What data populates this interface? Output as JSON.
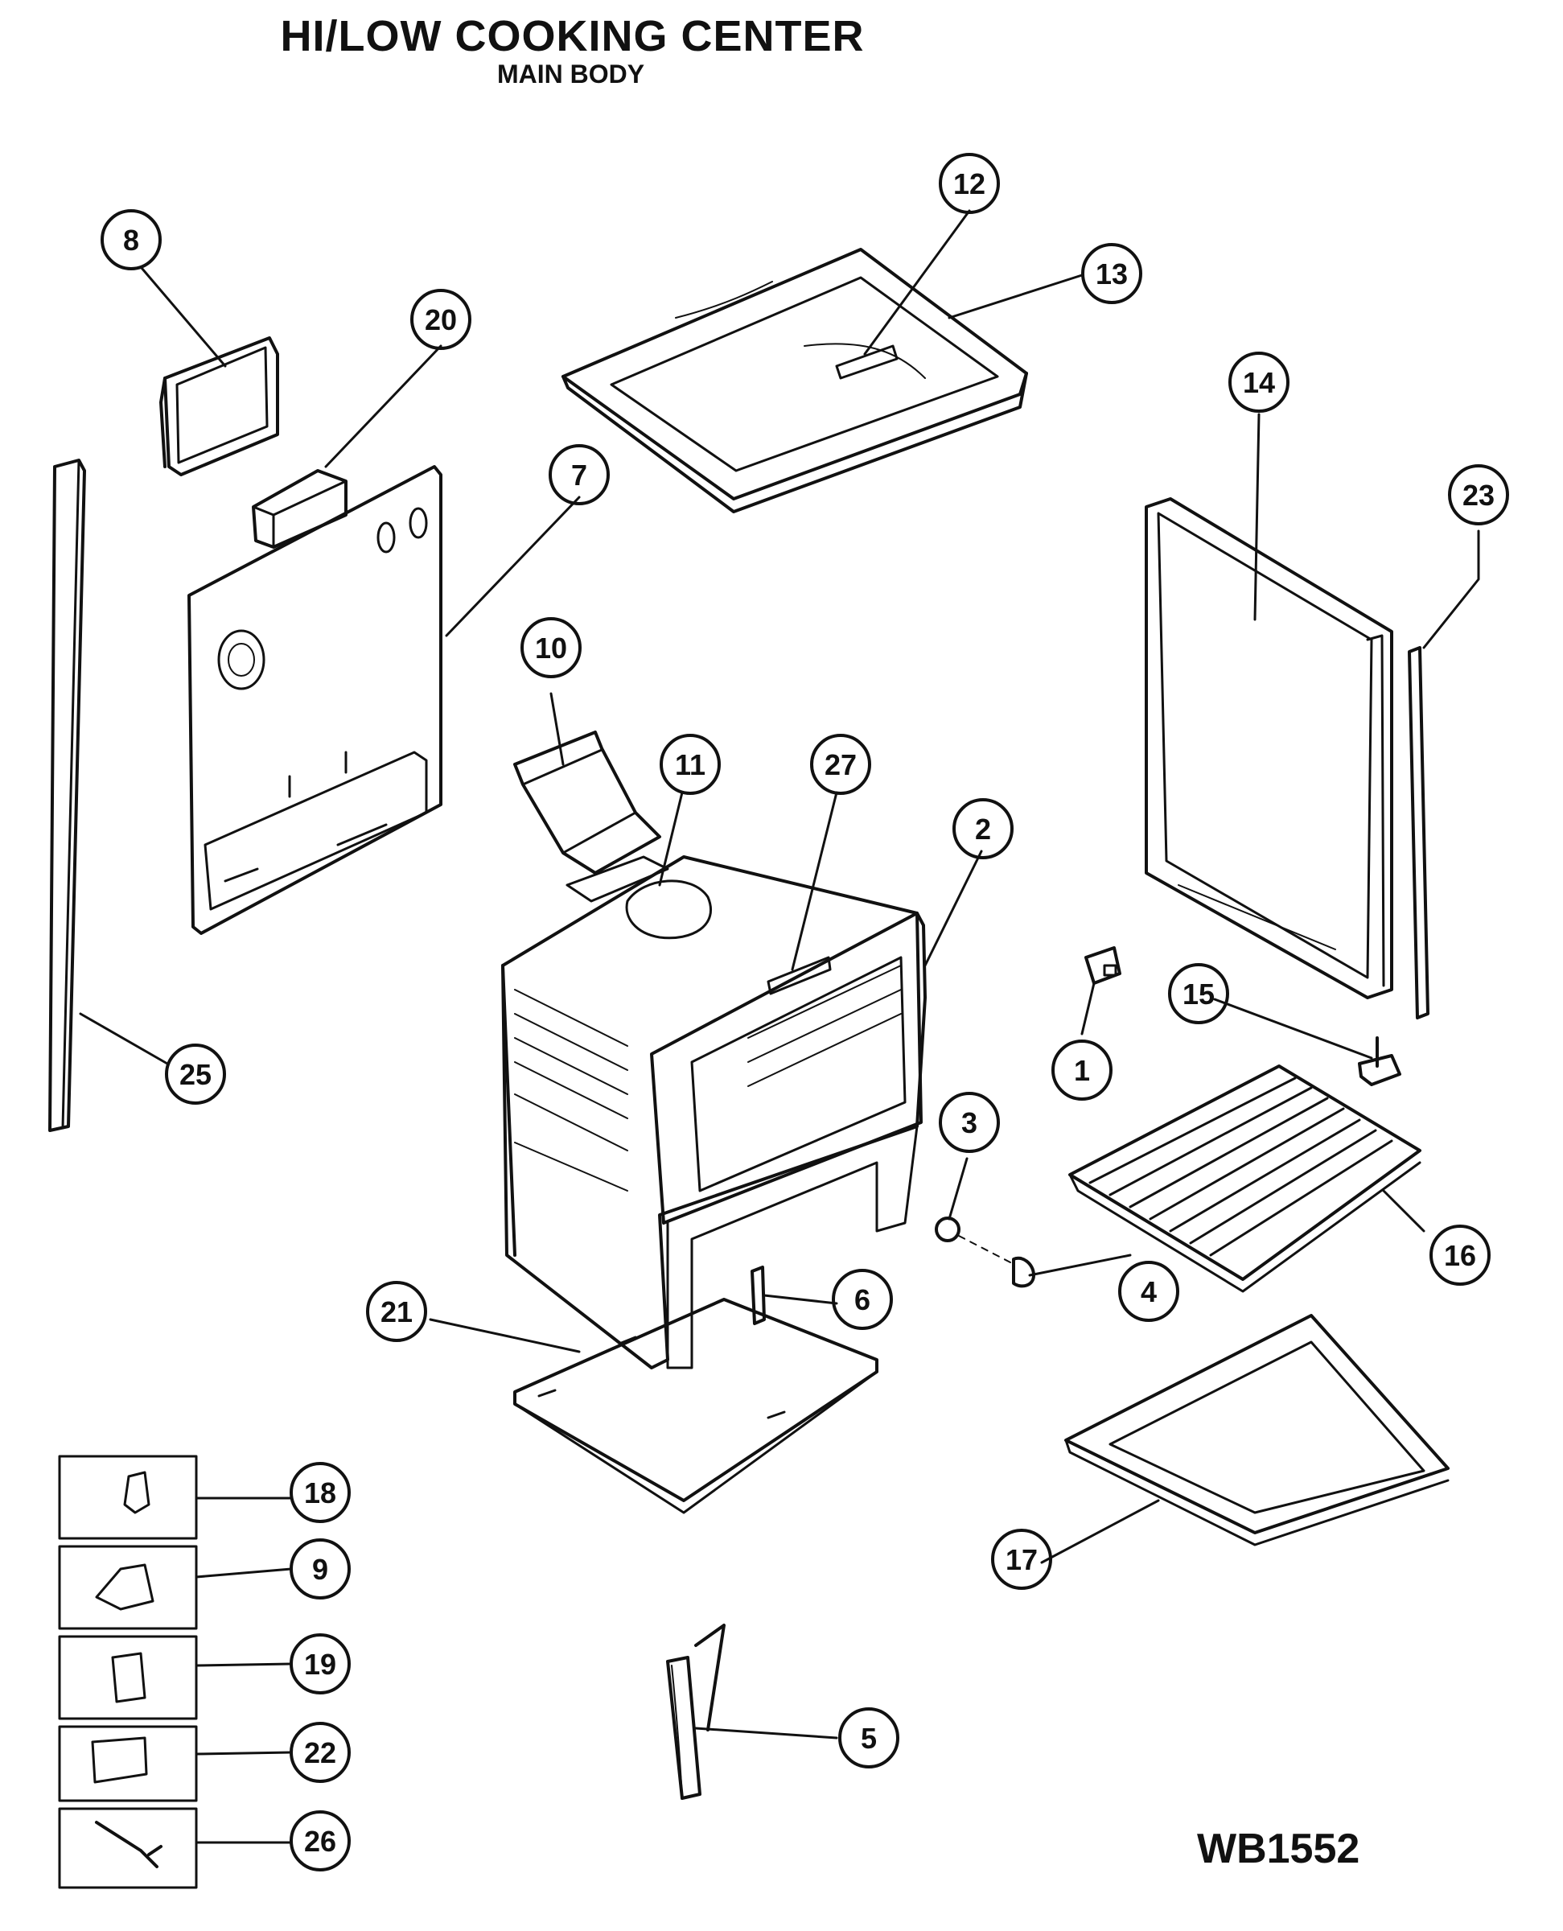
{
  "header": {
    "title": "HI/LOW COOKING CENTER",
    "subtitle": "MAIN BODY"
  },
  "footer": {
    "model_code": "WB1552"
  },
  "callouts": [
    "1",
    "2",
    "3",
    "4",
    "5",
    "6",
    "7",
    "8",
    "9",
    "10",
    "11",
    "12",
    "13",
    "14",
    "15",
    "16",
    "17",
    "18",
    "19",
    "20",
    "21",
    "22",
    "23",
    "25",
    "26",
    "27"
  ]
}
